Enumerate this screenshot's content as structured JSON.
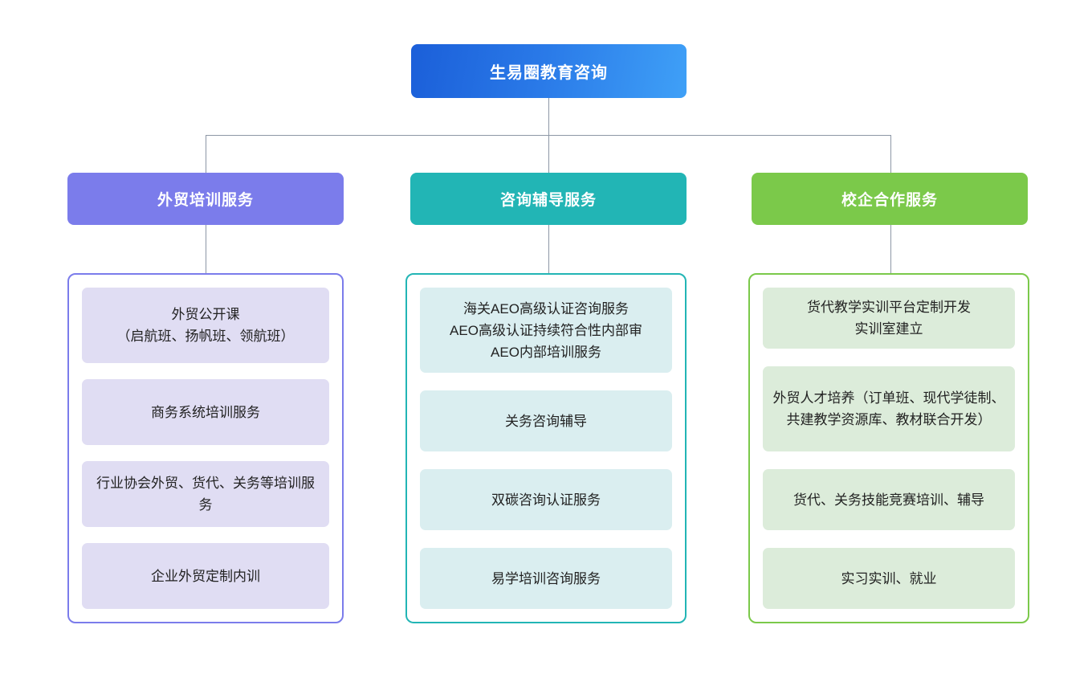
{
  "diagram": {
    "title": "生易圈教育咨询",
    "colors": {
      "root_gradient_start": "#1b5fd9",
      "root_gradient_end": "#3fa0f7",
      "connector": "#8d97a6",
      "background": "#ffffff"
    },
    "root": {
      "label": "生易圈教育咨询"
    },
    "branches": [
      {
        "label": "外贸培训服务",
        "header_color": "#7b7ceb",
        "border_color": "#7b7ceb",
        "item_fill": "#e0ddf3",
        "items": [
          {
            "text": "外贸公开课\n（启航班、扬帆班、领航班）",
            "height": 94
          },
          {
            "text": "商务系统培训服务",
            "height": 82
          },
          {
            "text": "行业协会外贸、货代、关务等培训服务",
            "height": 82
          },
          {
            "text": "企业外贸定制内训",
            "height": 82
          }
        ]
      },
      {
        "label": "咨询辅导服务",
        "header_color": "#22b5b5",
        "border_color": "#22b5b5",
        "item_fill": "#daeef0",
        "items": [
          {
            "text": "海关AEO高级认证咨询服务\nAEO高级认证持续符合性内部审\nAEO内部培训服务",
            "height": 106
          },
          {
            "text": "关务咨询辅导",
            "height": 76
          },
          {
            "text": "双碳咨询认证服务",
            "height": 76
          },
          {
            "text": "易学培训咨询服务",
            "height": 76
          }
        ]
      },
      {
        "label": "校企合作服务",
        "header_color": "#7bc94a",
        "border_color": "#7bc94a",
        "item_fill": "#dcecda",
        "items": [
          {
            "text": "货代教学实训平台定制开发\n实训室建立",
            "height": 76
          },
          {
            "text": "外贸人才培养（订单班、现代学徒制、共建教学资源库、教材联合开发）",
            "height": 106
          },
          {
            "text": "货代、关务技能竞赛培训、辅导",
            "height": 76
          },
          {
            "text": "实习实训、就业",
            "height": 76
          }
        ]
      }
    ]
  }
}
